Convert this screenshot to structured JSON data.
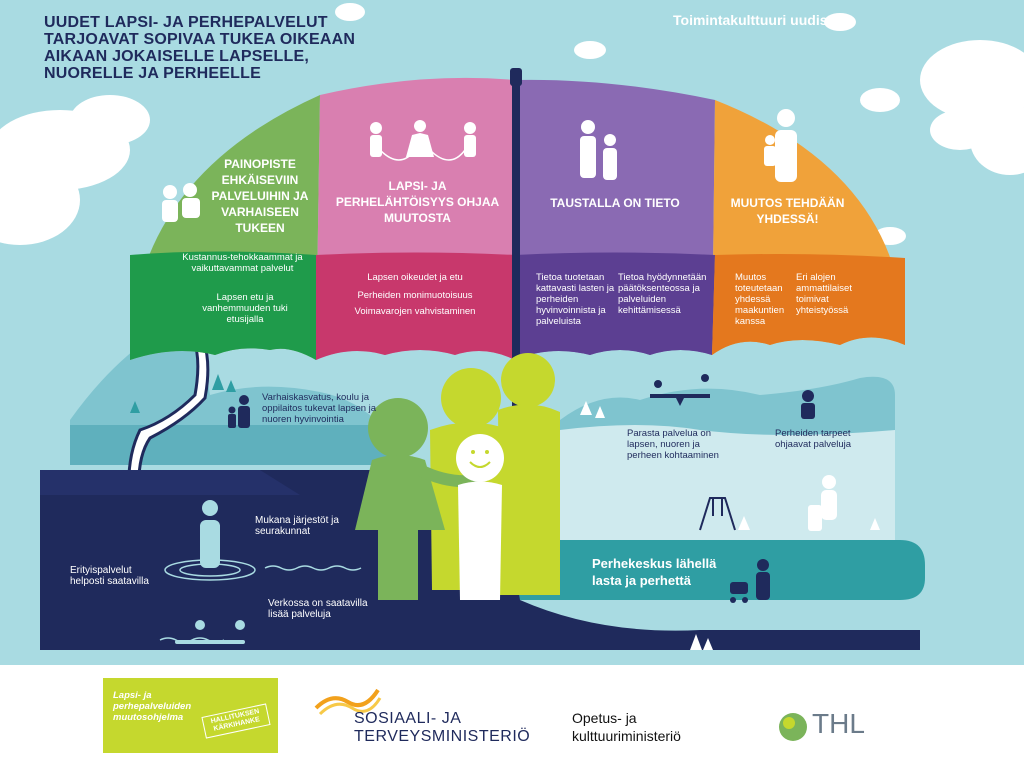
{
  "title": "UUDET LAPSI- JA PERHEPALVELUT TARJOAVAT SOPIVAA TUKEA OIKEAAN AIKAAN JOKAISELLE LAPSELLE, NUORELLE JA PERHEELLE",
  "tagline": "Toimintakulttuuri uudistuu",
  "umbrella": {
    "green": {
      "heading": "PAINOPISTE EHKÄISEVIIN PALVELUIHIN JA VARHAISEEN TUKEEN",
      "item1": "Kustannus-tehokkaammat ja vaikuttavammat palvelut",
      "item2": "Lapsen etu ja vanhemmuuden tuki etusijalla",
      "color": "#7bb45a"
    },
    "pink": {
      "heading": "LAPSI- JA PERHELÄHTÖISYYS OHJAA MUUTOSTA",
      "item1": "Lapsen oikeudet ja etu",
      "item2": "Perheiden monimuotoisuus",
      "item3": "Voimavarojen vahvistaminen",
      "color": "#d97fb0"
    },
    "purple": {
      "heading": "TAUSTALLA ON TIETO",
      "item1": "Tietoa tuotetaan kattavasti lasten ja perheiden hyvinvoinnista ja palveluista",
      "item2": "Tietoa hyödynnetään päätöksenteossa ja palveluiden kehittämisessä",
      "color": "#8a6ab3"
    },
    "orange": {
      "heading": "MUUTOS TEHDÄÄN YHDESSÄ!",
      "item1": "Muutos toteutetaan yhdessä maakuntien kanssa",
      "item2": "Eri alojen ammattilaiset toimivat yhteistyössä",
      "color": "#f0a23a"
    }
  },
  "scene": {
    "early_education": "Varhaiskasvatus, koulu ja oppilaitos tukevat lapsen ja nuoren hyvinvointia",
    "organizations": "Mukana järjestöt ja seurakunnat",
    "special_services": "Erityispalvelut helposti saatavilla",
    "online": "Verkossa on saatavilla lisää palveluja",
    "best_service": "Parasta palvelua on lapsen, nuoren ja perheen kohtaaminen",
    "family_needs": "Perheiden tarpeet ohjaavat palveluja",
    "family_center": "Perhekeskus lähellä lasta ja perhettä"
  },
  "logos": {
    "programme": "Lapsi- ja perhepalveluiden muutosohjelma",
    "stamp": "HALLITUKSEN KÄRKIHANKE",
    "stm_line1": "SOSIAALI- JA",
    "stm_line2": "TERVEYSMINISTERIÖ",
    "okm_line1": "Opetus- ja",
    "okm_line2": "kulttuuriministeriö",
    "thl": "THL"
  },
  "colors": {
    "sky": "#a9dbe2",
    "navy": "#1f2a5c",
    "teal": "#2f9ea3",
    "lime": "#c5d82e",
    "green_dress": "#7bb45a"
  }
}
